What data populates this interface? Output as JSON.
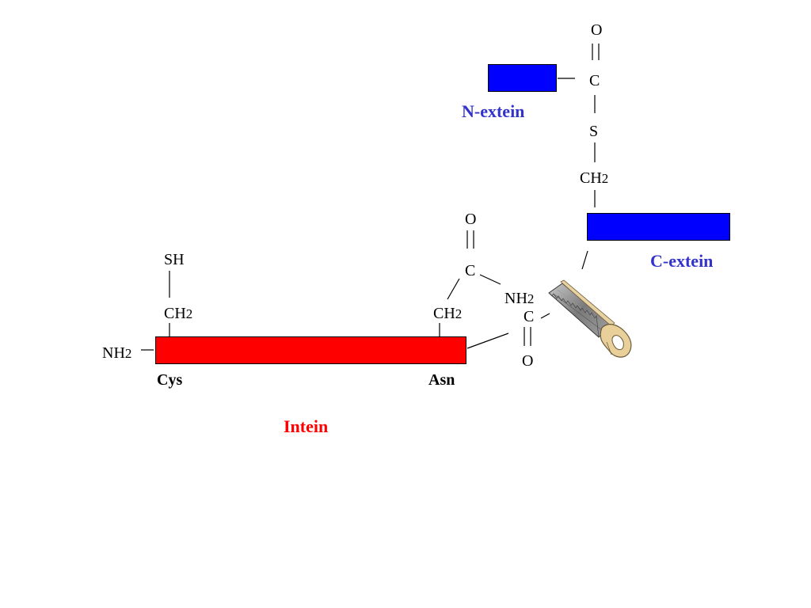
{
  "colors": {
    "intein": "#ff0000",
    "extein": "#0000ff",
    "intein_text": "#ff0000",
    "extein_text": "#3333cc"
  },
  "labels": {
    "intein": "Intein",
    "n_extein": "N-extein",
    "c_extein": "C-extein",
    "cys": "Cys",
    "asn": "Asn"
  },
  "atoms": {
    "sh": "SH",
    "ch2_main": "CH",
    "ch2_sub": "2",
    "nh2_main": "NH",
    "nh2_sub": "2",
    "carbon": "C",
    "oxygen": "O",
    "sulfur": "S"
  },
  "icons": {
    "saw": "hand-saw-icon"
  }
}
